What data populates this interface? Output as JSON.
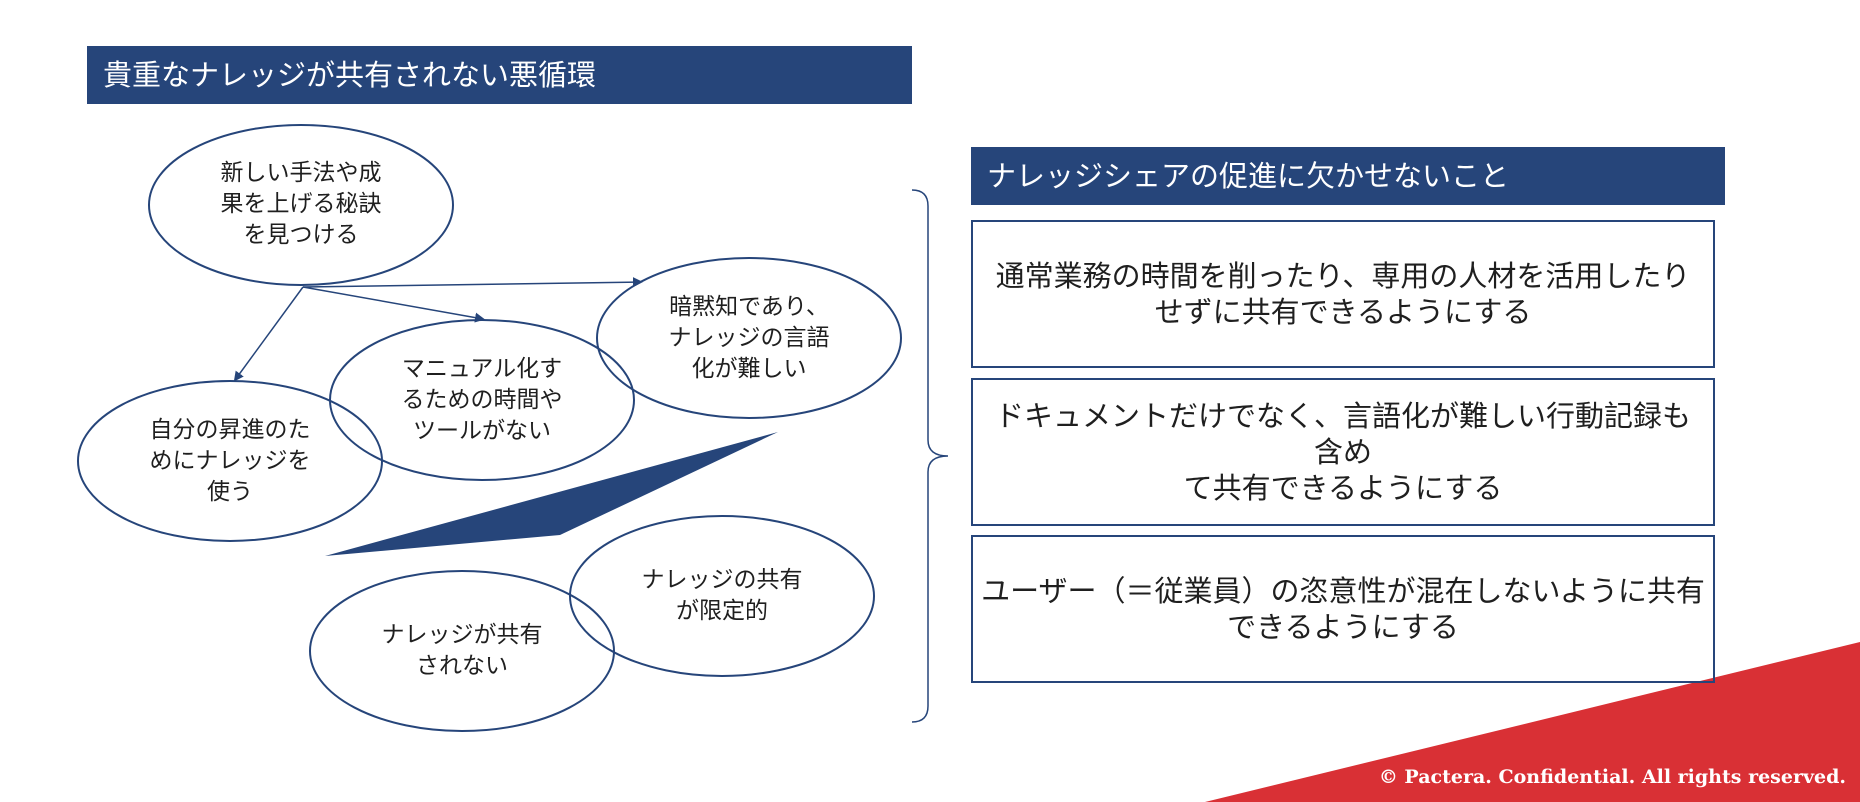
{
  "left_panel": {
    "title": "貴重なナレッジが共有されない悪循環",
    "bubbles": {
      "discover": "新しい手法や成\n果を上げる秘訣\nを見つける",
      "tacit": "暗黙知であり、\nナレッジの言語\n化が難しい",
      "no_time": "マニュアル化す\nるための時間や\nツールがない",
      "self_use": "自分の昇進のた\nめにナレッジを\n使う",
      "limited": "ナレッジの共有\nが限定的",
      "not_shared": "ナレッジが共有\nされない"
    }
  },
  "right_panel": {
    "title": "ナレッジシェアの促進に欠かせないこと",
    "items": [
      "通常業務の時間を削ったり、専用の人材を活用したり\nせずに共有できるようにする",
      "ドキュメントだけでなく、言語化が難しい行動記録も含め\nて共有できるようにする",
      "ユーザー（＝従業員）の恣意性が混在しないように共有\nできるようにする"
    ]
  },
  "footer": {
    "copyright": "© Pactera.  Confidential.  All rights reserved."
  },
  "colors": {
    "navy": "#26457a",
    "red": "#d93035",
    "text": "#1f1f1f"
  }
}
